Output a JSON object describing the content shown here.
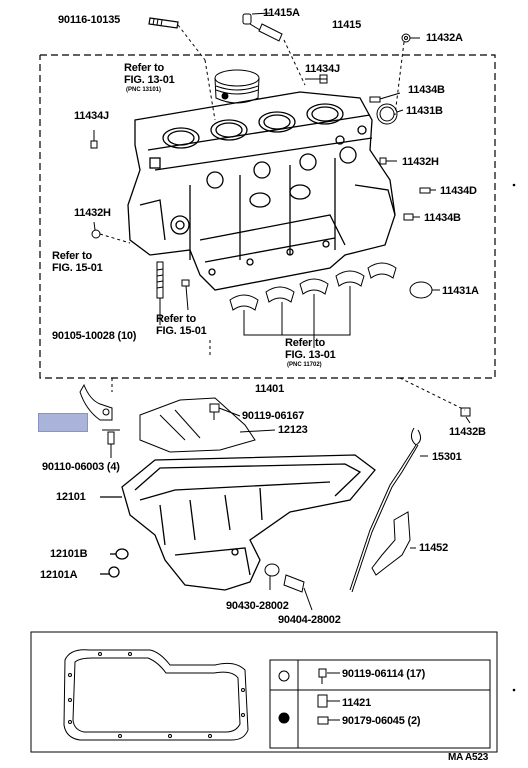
{
  "highlight_color": "#aab3d9",
  "labels": {
    "p90116": "90116-10135",
    "p11415a": "11415A",
    "p11415": "11415",
    "p11432a": "11432A",
    "refer1_line1": "Refer to",
    "refer1_line2": "FIG. 13-01",
    "refer1_pnc": "(PNC 13101)",
    "p11434j_top": "11434J",
    "p11434b_top": "11434B",
    "p11431b": "11431B",
    "p11434j_left": "11434J",
    "p11432h_right": "11432H",
    "p11434d": "11434D",
    "p11432h_left": "11432H",
    "p11434b_right": "11434B",
    "refer2_line1": "Refer to",
    "refer2_line2": "FIG. 15-01",
    "p11431a": "11431A",
    "refer3_line1": "Refer to",
    "refer3_line2": "FIG. 15-01",
    "p90105": "90105-10028 (10)",
    "refer4_line1": "Refer to",
    "refer4_line2": "FIG. 13-01",
    "refer4_pnc": "(PNC 11702)",
    "p11401": "11401",
    "p90119_06167": "90119-06167",
    "p12123": "12123",
    "p11432b": "11432B",
    "p90110": "90110-06003 (4)",
    "p15301": "15301",
    "p12101": "12101",
    "p11452": "11452",
    "p12101b": "12101B",
    "p12101a": "12101A",
    "p90430": "90430-28002",
    "p90404": "90404-28002",
    "p90119_06114": "90119-06114 (17)",
    "p11421": "11421",
    "p90179": "90179-06045 (2)",
    "footer_code": "MA  A523"
  }
}
